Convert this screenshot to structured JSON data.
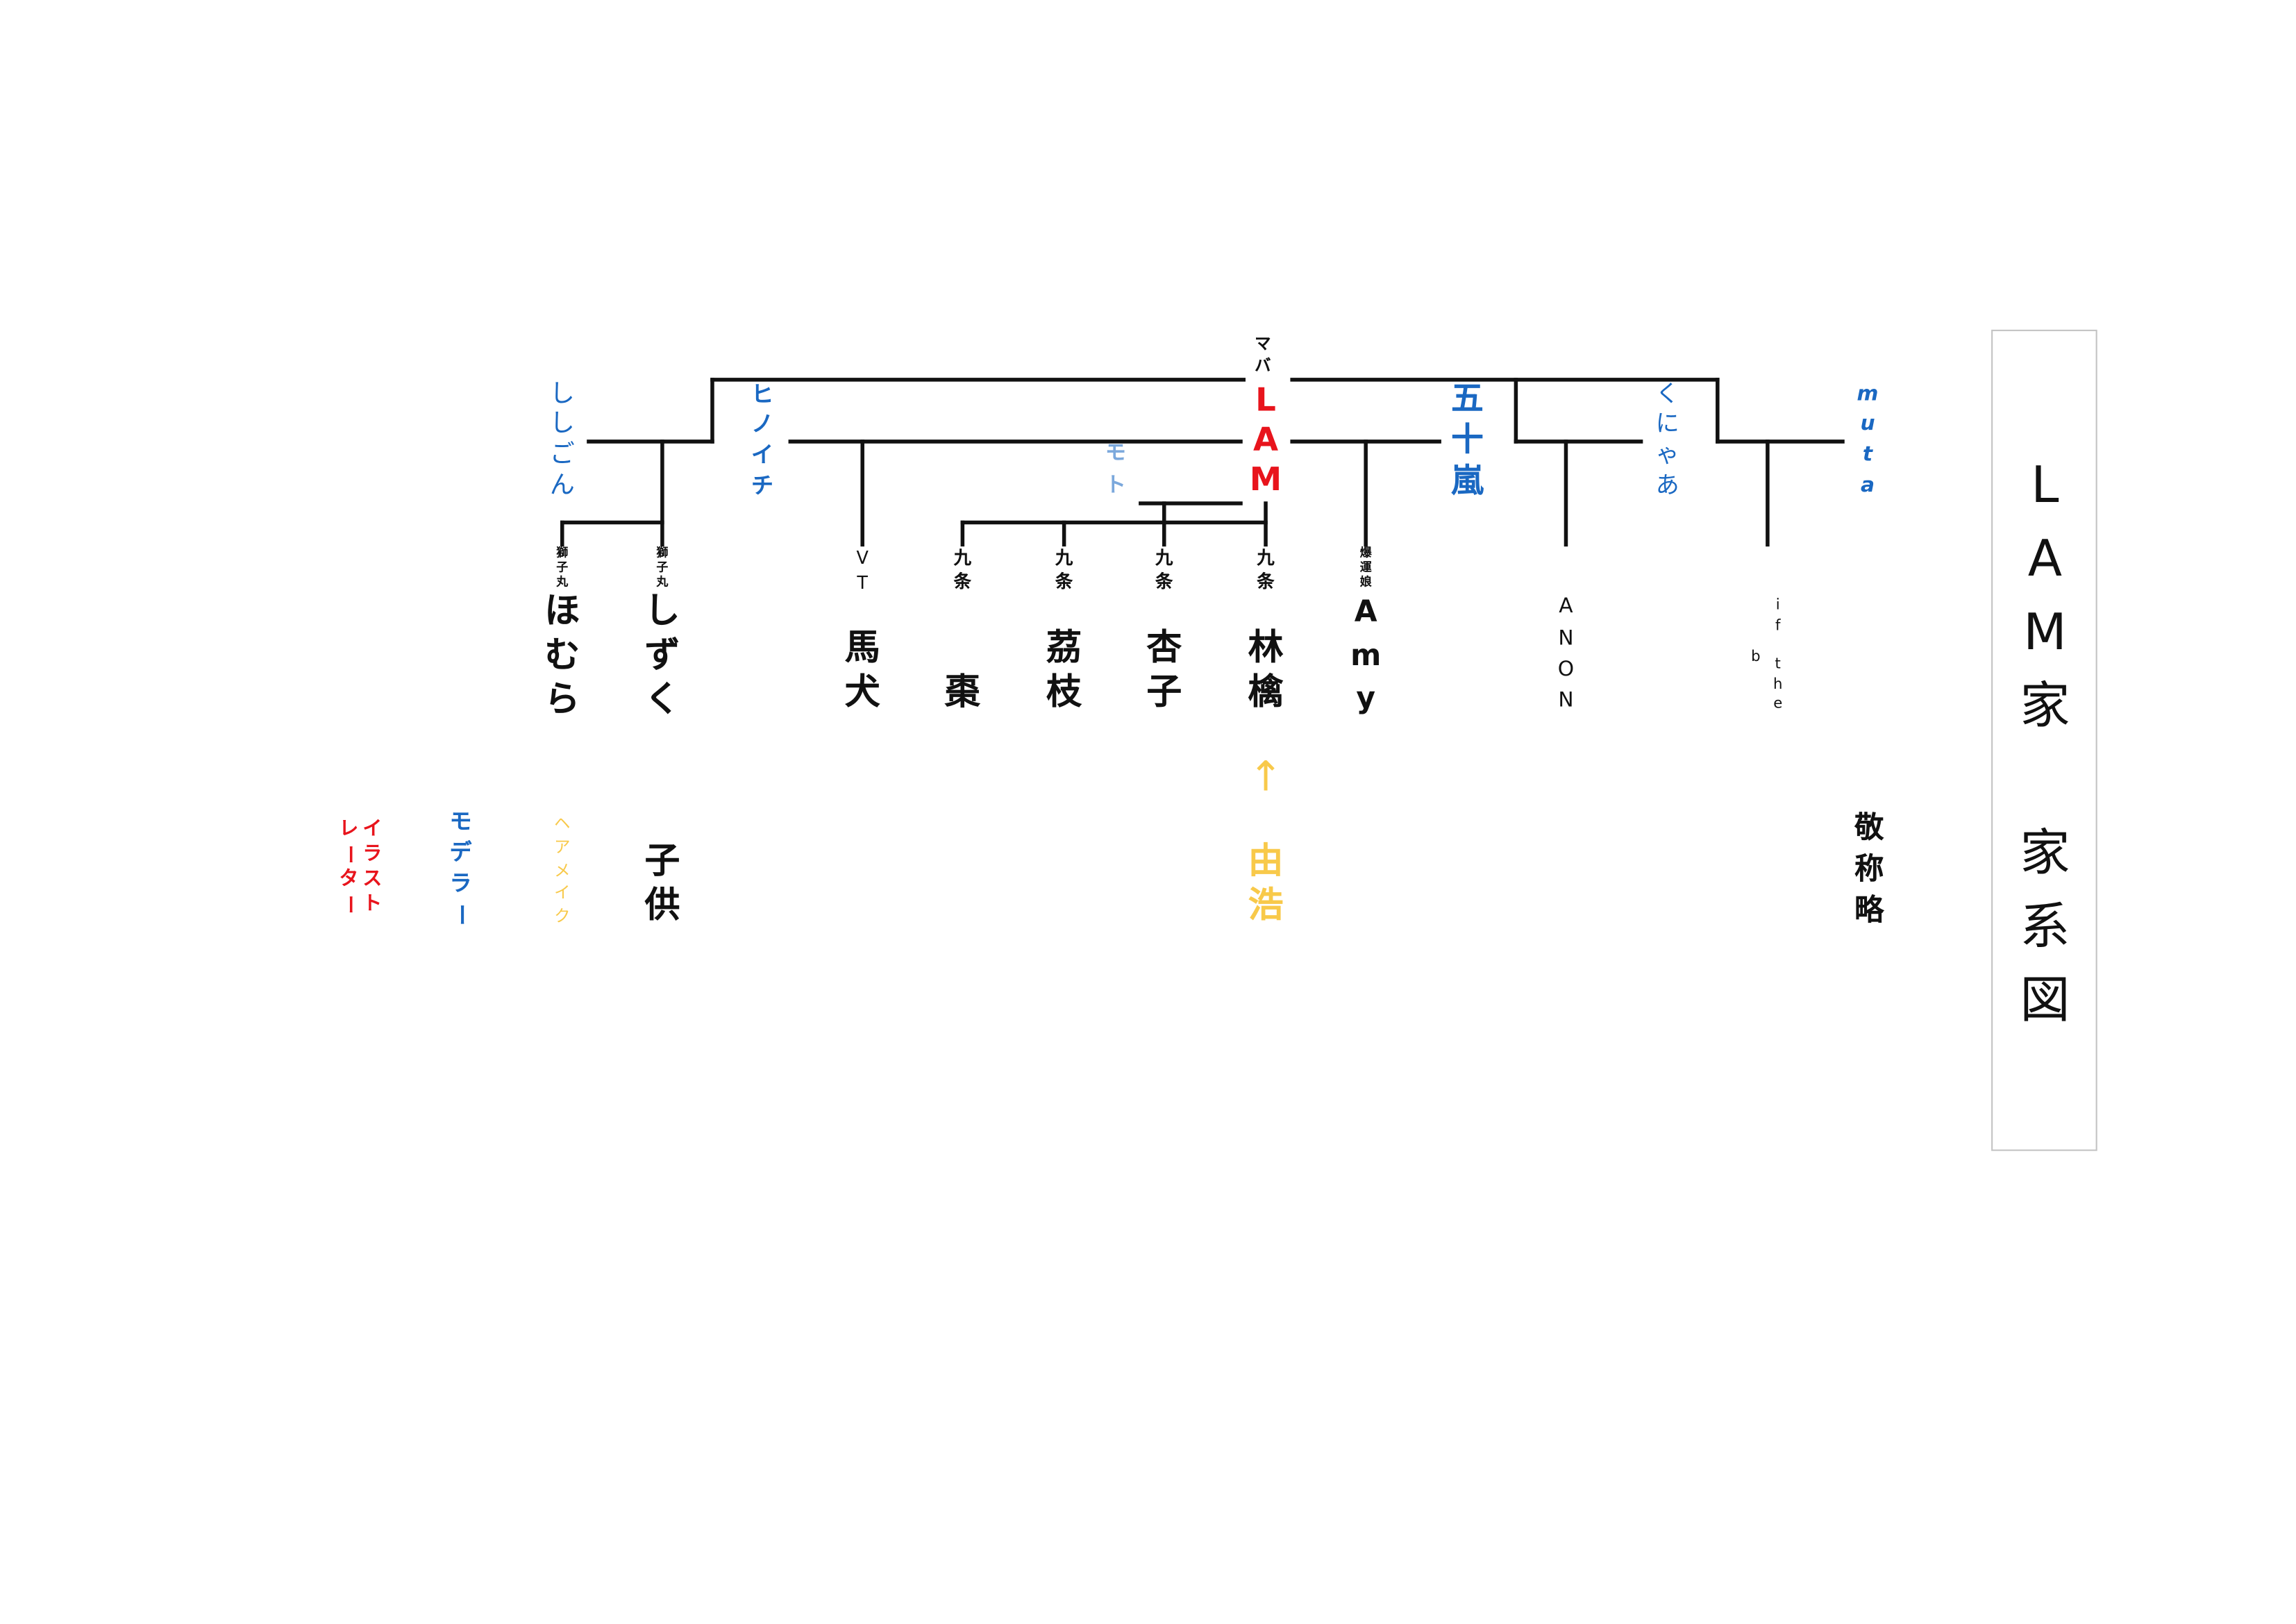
{
  "title": "LAM家　家系図",
  "center": {
    "kana": "マバ",
    "name": "LAM"
  },
  "partners": [
    {
      "name": "ししごん"
    },
    {
      "name": "ヒノイチ"
    },
    {
      "name": "モト"
    },
    {
      "name": "五十嵐"
    },
    {
      "name": "くにゃあ"
    },
    {
      "name": "muta"
    }
  ],
  "children": [
    {
      "prefix": "獅子丸",
      "name": "ほむら"
    },
    {
      "prefix": "獅子丸",
      "name": "しずく"
    },
    {
      "prefix": "VT",
      "name": "馬犬"
    },
    {
      "prefix": "九条",
      "name": "棗"
    },
    {
      "prefix": "九条",
      "name": "茘枝"
    },
    {
      "prefix": "九条",
      "name": "杏子"
    },
    {
      "prefix": "九条",
      "name": "林檎"
    },
    {
      "prefix": "爆運娘",
      "name": "Amy"
    },
    {
      "name": "ANON"
    },
    {
      "name_lines": [
        "if the",
        "b"
      ]
    }
  ],
  "annotation": {
    "arrow": "↑",
    "name": "由浩"
  },
  "legend": [
    {
      "lines": [
        "イラスト",
        "レーター"
      ],
      "color": "#e8141c"
    },
    {
      "lines": [
        "モデラー"
      ],
      "color": "#1a68c2"
    },
    {
      "lines": [
        "ヘアメイク"
      ],
      "color": "#f8c94a"
    },
    {
      "lines": [
        "子供"
      ],
      "color": "#111111"
    }
  ],
  "note": "敬称略",
  "colors": {
    "partner_light": "#7ba8dc",
    "line": "#111111",
    "title_border": "#c4c4c4"
  }
}
